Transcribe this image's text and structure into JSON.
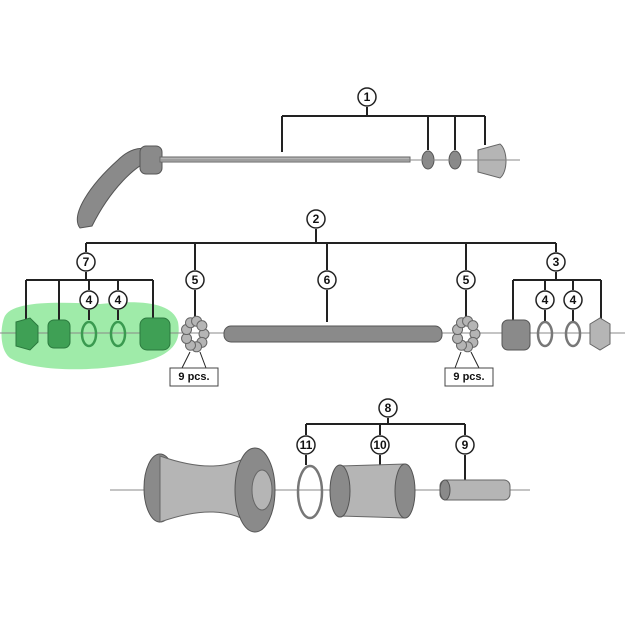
{
  "diagram": {
    "callouts": {
      "c1": "1",
      "c2": "2",
      "c3": "3",
      "c4a": "4",
      "c4b": "4",
      "c4c": "4",
      "c4d": "4",
      "c5a": "5",
      "c5b": "5",
      "c6": "6",
      "c7": "7",
      "c8": "8",
      "c9": "9",
      "c10": "10",
      "c11": "11"
    },
    "quantity_labels": {
      "left": "9 pcs.",
      "right": "9 pcs."
    },
    "colors": {
      "highlight": "#7ee08a",
      "part_gray": "#8a8a8a",
      "highlight_part": "#3fa055"
    }
  }
}
